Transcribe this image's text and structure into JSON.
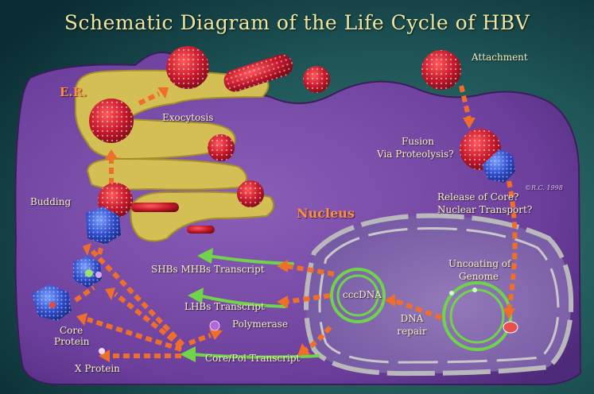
{
  "title": "Schematic Diagram of the Life Cycle of HBV",
  "labels": {
    "er": "E.R.",
    "exocytosis": "Exocytosis",
    "attachment": "Attachment",
    "fusion_line1": "Fusion",
    "fusion_line2": "Via Proteolysis?",
    "copyright": "©R.C. 1998",
    "budding": "Budding",
    "release_line1": "Release of Core?",
    "release_line2": "Nuclear Transport?",
    "nucleus": "Nucleus",
    "uncoating_line1": "Uncoating of",
    "uncoating_line2": "Genome",
    "shbs_mhbs": "SHBs MHBs Transcript",
    "lhbs": "LHBs Transcript",
    "cccdna": "cccDNA",
    "dna_repair_line1": "DNA",
    "dna_repair_line2": "repair",
    "polymerase": "Polymerase",
    "core_protein_line1": "Core",
    "core_protein_line2": "Protein",
    "core_pol": "Core/Pol Transcript",
    "x_protein": "X Protein"
  },
  "colors": {
    "background": "#12424a",
    "cell": "#6e3f9c",
    "er": "#d4bf55",
    "nucleus_envelope": "#b9b9bb",
    "transcript": "#6fd44a",
    "arrow": "#ee6e2a",
    "virion": "#c8222e",
    "core": "#2e4fd0",
    "label": "#f3efc0",
    "highlight": "#ff8c45"
  }
}
